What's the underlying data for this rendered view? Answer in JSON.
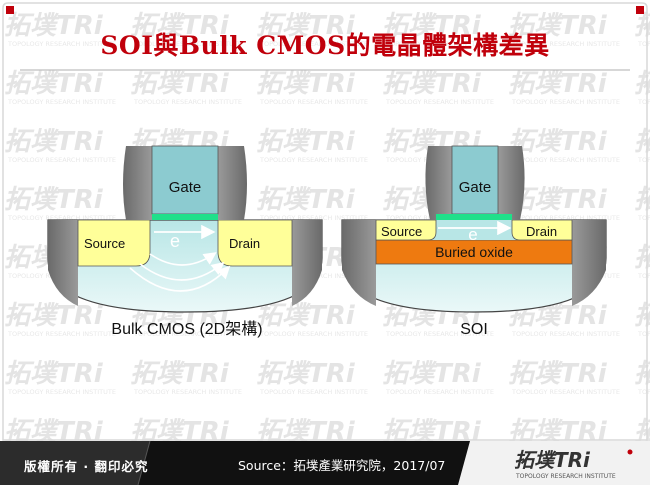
{
  "title": "SOI與Bulk CMOS的電晶體架構差異",
  "watermark": {
    "brand": "拓墣TRi",
    "tagline": "TOPOLOGY RESEARCH INSTITUTE"
  },
  "bulk": {
    "gate_label": "Gate",
    "source_label": "Source",
    "drain_label": "Drain",
    "electron_label": "e",
    "caption": "Bulk CMOS (2D架構)"
  },
  "soi": {
    "gate_label": "Gate",
    "source_label": "Source",
    "drain_label": "Drain",
    "electron_label": "e",
    "oxide_label": "Buried oxide",
    "caption": "SOI"
  },
  "footer": {
    "copyright": "版權所有 · 翻印必究",
    "source": "Source：拓墣產業研究院，2017/07",
    "logo_brand": "拓墣TRi",
    "logo_tagline": "TOPOLOGY RESEARCH INSTITUTE"
  },
  "colors": {
    "title": "#c0000b",
    "gate": "#8ccbd0",
    "gate_channel": "#1fe08a",
    "source_drain": "#ffff99",
    "buried_oxide": "#ee7a10",
    "substrate": "#b8e6e6",
    "spacer": "#6e6e6e",
    "footer": "#1a1a1a"
  }
}
